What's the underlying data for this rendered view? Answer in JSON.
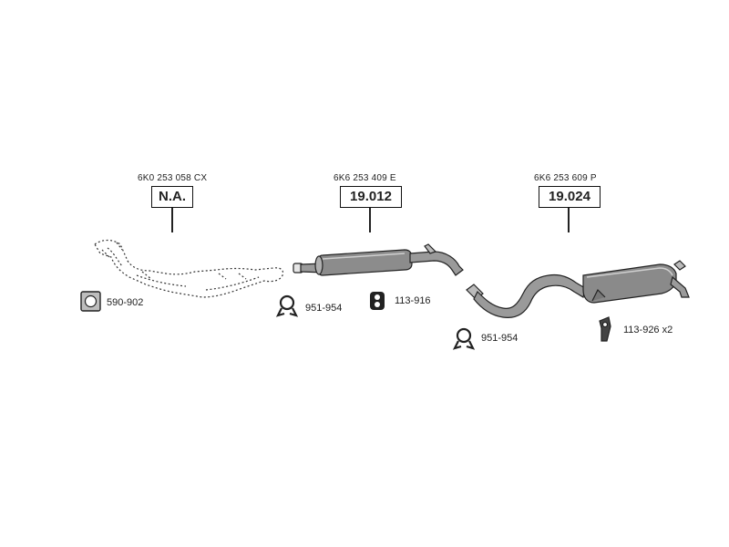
{
  "parts": [
    {
      "oem": "6K0 253 058 CX",
      "code": "N.A."
    },
    {
      "oem": "6K6 253 409 E",
      "code": "19.012"
    },
    {
      "oem": "6K6 253 609 P",
      "code": "19.024"
    }
  ],
  "fittings": [
    {
      "code": "590-902",
      "icon": "gasket-icon"
    },
    {
      "code": "951-954",
      "icon": "clamp-icon"
    },
    {
      "code": "113-916",
      "icon": "rubber-mount-icon"
    },
    {
      "code": "951-954",
      "icon": "clamp-icon"
    },
    {
      "code": "113-926 x2",
      "icon": "hanger-icon"
    }
  ],
  "colors": {
    "line": "#222222",
    "pipe_fill": "#9a9a9a",
    "pipe_dark": "#555555"
  }
}
